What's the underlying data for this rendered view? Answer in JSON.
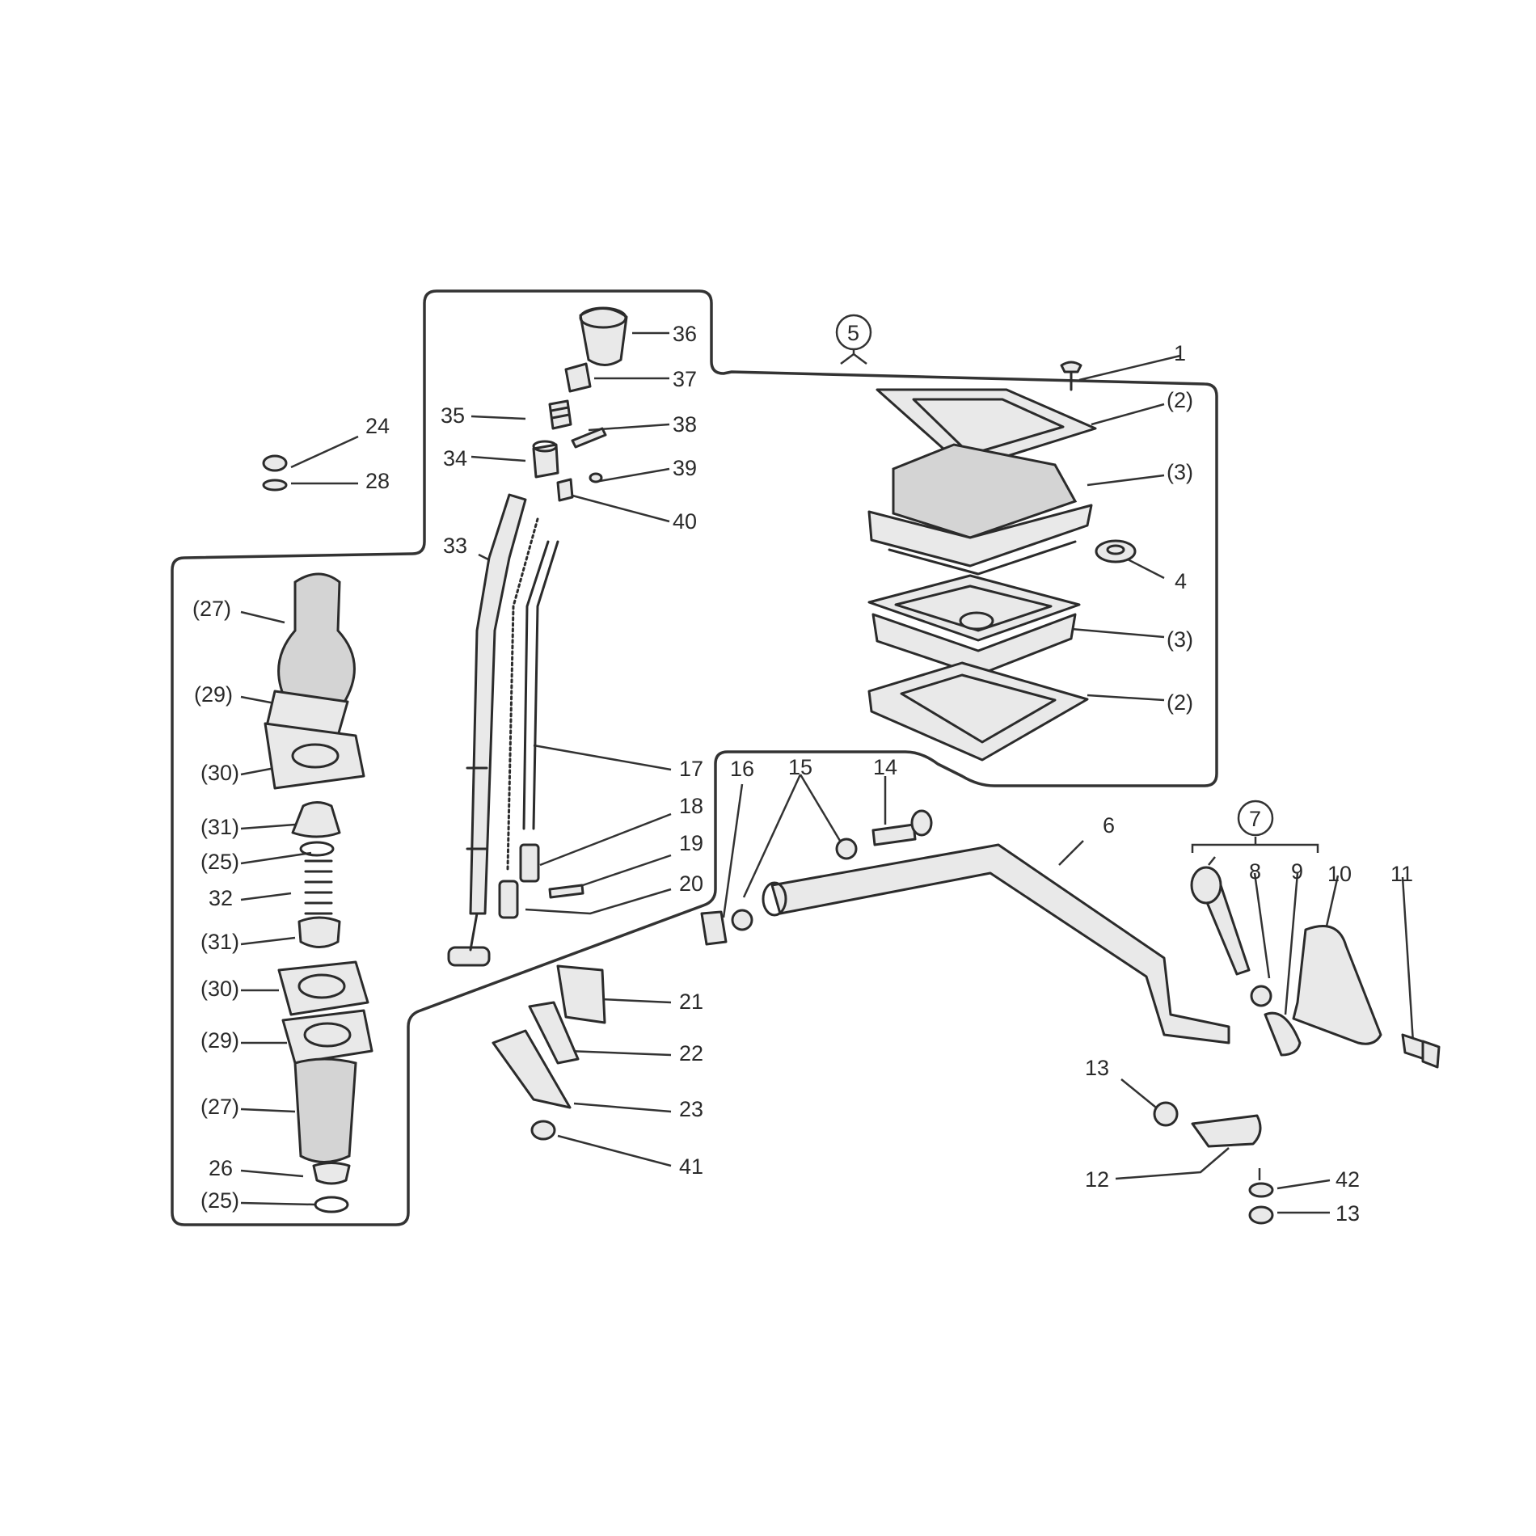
{
  "labels": {
    "l1": "1",
    "l2a": "(2)",
    "l3a": "(3)",
    "l4": "4",
    "l3b": "(3)",
    "l2b": "(2)",
    "l5": "5",
    "l6": "6",
    "l7": "7",
    "l8": "8",
    "l9": "9",
    "l10": "10",
    "l11": "11",
    "l12": "12",
    "l13a": "13",
    "l13b": "13",
    "l14": "14",
    "l15": "15",
    "l16": "16",
    "l17": "17",
    "l18": "18",
    "l19": "19",
    "l20": "20",
    "l21": "21",
    "l22": "22",
    "l23": "23",
    "l24": "24",
    "l25a": "(25)",
    "l25b": "(25)",
    "l26": "26",
    "l27a": "(27)",
    "l27b": "(27)",
    "l28": "28",
    "l29a": "(29)",
    "l29b": "(29)",
    "l30a": "(30)",
    "l30b": "(30)",
    "l31a": "(31)",
    "l31b": "(31)",
    "l32": "32",
    "l33": "33",
    "l34": "34",
    "l35": "35",
    "l36": "36",
    "l37": "37",
    "l38": "38",
    "l39": "39",
    "l40": "40",
    "l41": "41",
    "l42": "42"
  }
}
